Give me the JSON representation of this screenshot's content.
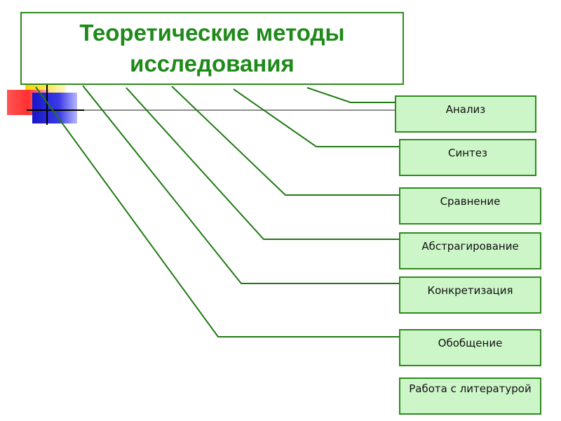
{
  "title": {
    "line1": "Теоретические методы",
    "line2": "исследования"
  },
  "methods": [
    {
      "label": "Анализ"
    },
    {
      "label": "Синтез"
    },
    {
      "label": "Сравнение"
    },
    {
      "label": "Абстрагирование"
    },
    {
      "label": "Конкретизация"
    },
    {
      "label": "Обобщение"
    },
    {
      "label": "Работа с литературой"
    }
  ],
  "colors": {
    "title_text": "#1f8a1a",
    "box_border": "#2f8a1e",
    "box_fill": "#ccf5c8",
    "connector": "#1f7a12",
    "deco_yellow": "#ffd700",
    "deco_red": "#ff3333",
    "deco_blue": "#2222cc"
  }
}
